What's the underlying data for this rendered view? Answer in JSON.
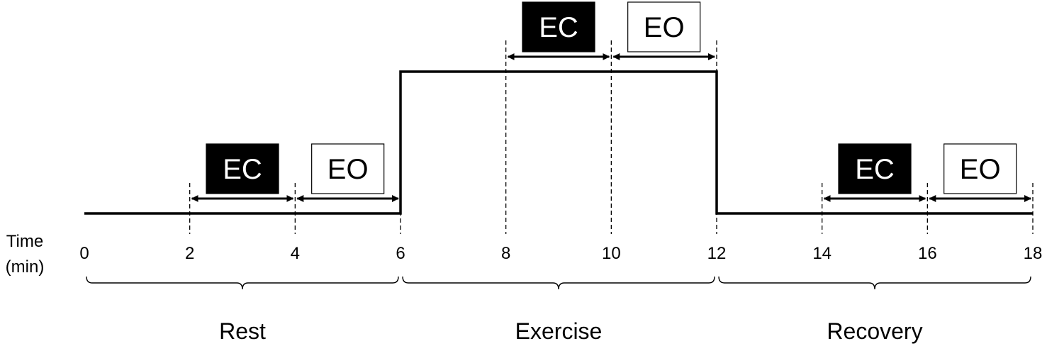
{
  "axis": {
    "label_line1": "Time",
    "label_line2": "(min)",
    "ticks": [
      "0",
      "2",
      "4",
      "6",
      "8",
      "10",
      "12",
      "14",
      "16",
      "18"
    ]
  },
  "protocol_level": [
    {
      "from": 0,
      "to": 6,
      "level": "low"
    },
    {
      "from": 6,
      "to": 12,
      "level": "high"
    },
    {
      "from": 12,
      "to": 18,
      "level": "low"
    }
  ],
  "windows": [
    {
      "label": "EC",
      "start": 2,
      "end": 4,
      "style": "filled"
    },
    {
      "label": "EO",
      "start": 4,
      "end": 6,
      "style": "outline"
    },
    {
      "label": "EC",
      "start": 8,
      "end": 10,
      "style": "filled"
    },
    {
      "label": "EO",
      "start": 10,
      "end": 12,
      "style": "outline"
    },
    {
      "label": "EC",
      "start": 14,
      "end": 16,
      "style": "filled"
    },
    {
      "label": "EO",
      "start": 16,
      "end": 18,
      "style": "outline"
    }
  ],
  "phases": [
    {
      "label": "Rest",
      "start": 0,
      "end": 6
    },
    {
      "label": "Exercise",
      "start": 6,
      "end": 12
    },
    {
      "label": "Recovery",
      "start": 12,
      "end": 18
    }
  ],
  "colors": {
    "ink": "#000000",
    "paper": "#ffffff"
  }
}
